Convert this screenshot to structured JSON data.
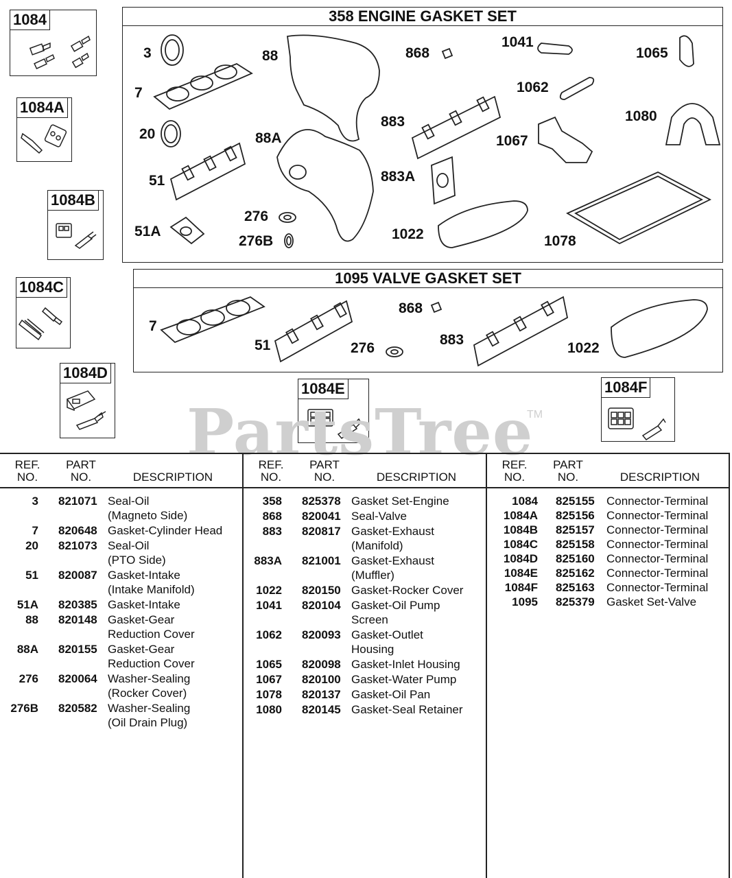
{
  "boxes": {
    "b1084": "1084",
    "b1084A": "1084A",
    "b1084B": "1084B",
    "b1084C": "1084C",
    "b1084D": "1084D",
    "b1084E": "1084E",
    "b1084F": "1084F"
  },
  "engine_set": {
    "title": "358 ENGINE GASKET SET",
    "labels": [
      "3",
      "88",
      "868",
      "1041",
      "1065",
      "7",
      "1062",
      "1080",
      "20",
      "88A",
      "883",
      "1067",
      "51",
      "883A",
      "276",
      "51A",
      "276B",
      "1022",
      "1078"
    ]
  },
  "valve_set": {
    "title": "1095 VALVE GASKET SET",
    "labels": [
      "868",
      "7",
      "51",
      "276",
      "883",
      "1022"
    ]
  },
  "watermark": {
    "text": "PartsTree",
    "tm": "TM"
  },
  "table": {
    "headers": {
      "ref_top": "REF.",
      "ref_bottom": "NO.",
      "part_top": "PART",
      "part_bottom": "NO.",
      "desc": "DESCRIPTION"
    },
    "columns": [
      [
        {
          "ref": "3",
          "part": "821071",
          "desc": [
            "Seal-Oil",
            "(Magneto Side)"
          ]
        },
        {
          "ref": "7",
          "part": "820648",
          "desc": [
            "Gasket-Cylinder Head"
          ]
        },
        {
          "ref": "20",
          "part": "821073",
          "desc": [
            "Seal-Oil",
            "(PTO Side)"
          ]
        },
        {
          "ref": "51",
          "part": "820087",
          "desc": [
            "Gasket-Intake",
            "(Intake Manifold)"
          ]
        },
        {
          "ref": "51A",
          "part": "820385",
          "desc": [
            "Gasket-Intake"
          ]
        },
        {
          "ref": "88",
          "part": "820148",
          "desc": [
            "Gasket-Gear",
            "Reduction Cover"
          ]
        },
        {
          "ref": "88A",
          "part": "820155",
          "desc": [
            "Gasket-Gear",
            "Reduction Cover"
          ]
        },
        {
          "ref": "276",
          "part": "820064",
          "desc": [
            "Washer-Sealing",
            "(Rocker Cover)"
          ]
        },
        {
          "ref": "276B",
          "part": "820582",
          "desc": [
            "Washer-Sealing",
            "(Oil Drain Plug)"
          ]
        }
      ],
      [
        {
          "ref": "358",
          "part": "825378",
          "desc": [
            "Gasket Set-Engine"
          ]
        },
        {
          "ref": "868",
          "part": "820041",
          "desc": [
            "Seal-Valve"
          ]
        },
        {
          "ref": "883",
          "part": "820817",
          "desc": [
            "Gasket-Exhaust",
            "(Manifold)"
          ]
        },
        {
          "ref": "883A",
          "part": "821001",
          "desc": [
            "Gasket-Exhaust",
            "(Muffler)"
          ]
        },
        {
          "ref": "1022",
          "part": "820150",
          "desc": [
            "Gasket-Rocker Cover"
          ]
        },
        {
          "ref": "1041",
          "part": "820104",
          "desc": [
            "Gasket-Oil Pump",
            "Screen"
          ]
        },
        {
          "ref": "1062",
          "part": "820093",
          "desc": [
            "Gasket-Outlet",
            "Housing"
          ]
        },
        {
          "ref": "1065",
          "part": "820098",
          "desc": [
            "Gasket-Inlet Housing"
          ]
        },
        {
          "ref": "1067",
          "part": "820100",
          "desc": [
            "Gasket-Water Pump"
          ]
        },
        {
          "ref": "1078",
          "part": "820137",
          "desc": [
            "Gasket-Oil Pan"
          ]
        },
        {
          "ref": "1080",
          "part": "820145",
          "desc": [
            "Gasket-Seal Retainer"
          ]
        }
      ],
      [
        {
          "ref": "1084",
          "part": "825155",
          "desc": [
            "Connector-Terminal"
          ]
        },
        {
          "ref": "1084A",
          "part": "825156",
          "desc": [
            "Connector-Terminal"
          ]
        },
        {
          "ref": "1084B",
          "part": "825157",
          "desc": [
            "Connector-Terminal"
          ]
        },
        {
          "ref": "1084C",
          "part": "825158",
          "desc": [
            "Connector-Terminal"
          ]
        },
        {
          "ref": "1084D",
          "part": "825160",
          "desc": [
            "Connector-Terminal"
          ]
        },
        {
          "ref": "1084E",
          "part": "825162",
          "desc": [
            "Connector-Terminal"
          ]
        },
        {
          "ref": "1084F",
          "part": "825163",
          "desc": [
            "Connector-Terminal"
          ]
        },
        {
          "ref": "1095",
          "part": "825379",
          "desc": [
            "Gasket Set-Valve"
          ]
        }
      ]
    ]
  }
}
